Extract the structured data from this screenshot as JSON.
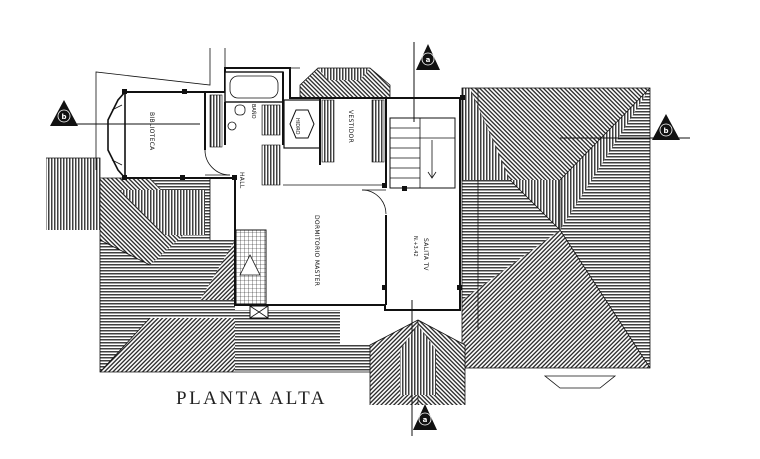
{
  "drawing": {
    "title": "PLANTA ALTA",
    "rooms": {
      "biblioteca": "BIBLIOTECA",
      "hall": "HALL",
      "bano": "BAÑO",
      "hidro": "HIDRO",
      "vestidor": "VESTIDOR",
      "dormitorio_master": "DORMITORIO MASTER",
      "salita_tv": "SALITA TV",
      "level": "N.+3.42"
    },
    "section_markers": {
      "top": "a",
      "bottom": "a",
      "left": "b",
      "right": "b"
    }
  }
}
